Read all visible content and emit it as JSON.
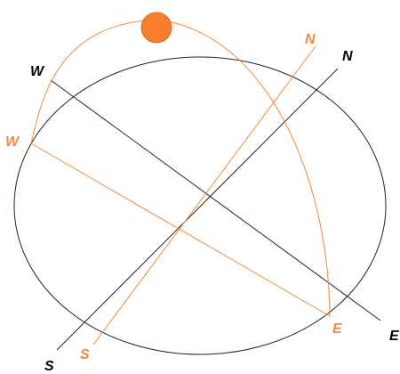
{
  "colors": {
    "background": "#ffffff",
    "fixed": "#000000",
    "rotated": "#f08a3c",
    "sun": "#f97e2c",
    "sun_edge": "#e06a18"
  },
  "labels": {
    "black": {
      "w": "W",
      "n": "N",
      "e": "E",
      "s": "S"
    },
    "orange": {
      "w": "W",
      "n": "N",
      "e": "E",
      "s": "S"
    }
  }
}
